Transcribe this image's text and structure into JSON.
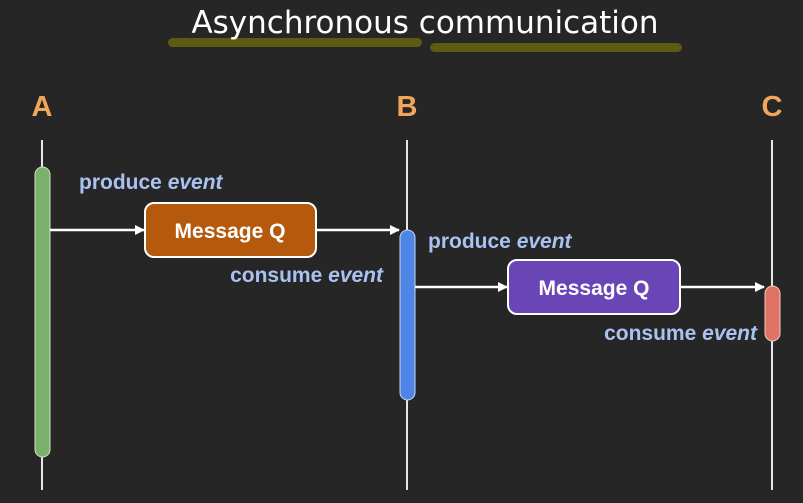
{
  "title": {
    "word1": "Asynchronous",
    "word2": "communication",
    "text_color": "#ffffff",
    "underline_color": "#5d5a12"
  },
  "participants": [
    {
      "id": "a",
      "label": "A"
    },
    {
      "id": "b",
      "label": "B"
    },
    {
      "id": "c",
      "label": "C"
    }
  ],
  "colors": {
    "background": "#262626",
    "participant_label": "#f2a65a",
    "lifeline": "#e6e6e6",
    "activation_a": "#7bb26b",
    "activation_b": "#4e86e6",
    "activation_c": "#e07363",
    "queue_1": "#b55a0c",
    "queue_2": "#6a45b5",
    "queue_border": "#ffffff",
    "event_text": "#a9c2f2",
    "arrow": "#ffffff"
  },
  "queues": [
    {
      "id": "q1",
      "label": "Message Q"
    },
    {
      "id": "q2",
      "label": "Message Q"
    }
  ],
  "events": [
    {
      "id": "a-produce",
      "verb": "produce",
      "noun": "event"
    },
    {
      "id": "b-consume",
      "verb": "consume",
      "noun": "event"
    },
    {
      "id": "b-produce",
      "verb": "produce",
      "noun": "event"
    },
    {
      "id": "c-consume",
      "verb": "consume",
      "noun": "event"
    }
  ]
}
